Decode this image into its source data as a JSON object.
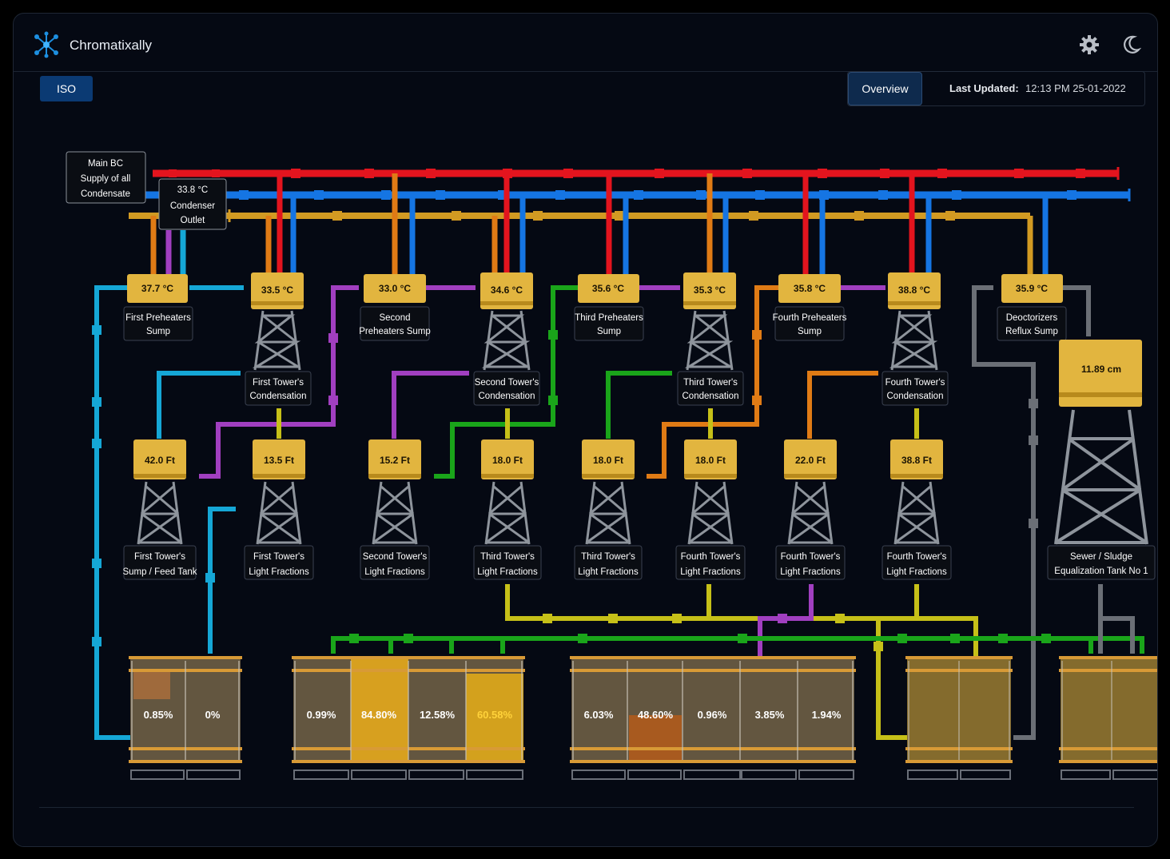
{
  "header": {
    "title": "Chromatixally"
  },
  "toolbar": {
    "iso_label": "ISO",
    "overview_label": "Overview",
    "last_updated_label": "Last Updated:",
    "last_updated_value": "12:13 PM 25-01-2022"
  },
  "icons": {
    "logo": "network-logo-icon",
    "settings": "gear-icon",
    "theme": "moon-icon"
  },
  "colors": {
    "hot_line": "#e3141e",
    "cold_line": "#1575e3",
    "condensate_line": "#d29a22",
    "purple_line": "#a13fc0",
    "cyan_line": "#15a7d6",
    "green_line": "#1aa51a",
    "orange_line": "#e07b15",
    "yellow_line": "#c6c018",
    "gray_line": "#6b6f76",
    "tank_gold": "#e2b53f",
    "tank_frame": "#9aa0a8"
  },
  "callouts": {
    "main_bc": [
      "Main BC",
      "Supply of all",
      "Condensate"
    ],
    "condenser_outlet": [
      "33.8 °C",
      "Condenser",
      "Outlet"
    ]
  },
  "sumps": [
    {
      "value": "37.7 °C",
      "label": [
        "First Preheaters",
        "Sump"
      ]
    },
    {
      "value": "33.0 °C",
      "label": [
        "Second",
        "Preheaters Sump"
      ]
    },
    {
      "value": "35.6 °C",
      "label": [
        "Third Preheaters",
        "Sump"
      ]
    },
    {
      "value": "35.8 °C",
      "label": [
        "Fourth Preheaters",
        "Sump"
      ]
    },
    {
      "value": "35.9 °C",
      "label": [
        "Deoctorizers",
        "Reflux Sump"
      ]
    }
  ],
  "condensers": [
    {
      "value": "33.5 °C",
      "label": [
        "First Tower's",
        "Condensation"
      ]
    },
    {
      "value": "34.6 °C",
      "label": [
        "Second Tower's",
        "Condensation"
      ]
    },
    {
      "value": "35.3 °C",
      "label": [
        "Third Tower's",
        "Condensation"
      ]
    },
    {
      "value": "38.8 °C",
      "label": [
        "Fourth Tower's",
        "Condensation"
      ]
    }
  ],
  "level_towers": [
    {
      "value": "42.0 Ft",
      "label": [
        "First Tower's",
        "Sump / Feed Tank"
      ]
    },
    {
      "value": "13.5 Ft",
      "label": [
        "First Tower's",
        "Light Fractions"
      ]
    },
    {
      "value": "15.2 Ft",
      "label": [
        "Second Tower's",
        "Light Fractions"
      ]
    },
    {
      "value": "18.0 Ft",
      "label": [
        "Third Tower's",
        "Light Fractions"
      ]
    },
    {
      "value": "18.0 Ft",
      "label": [
        "Third Tower's",
        "Light Fractions"
      ]
    },
    {
      "value": "18.0 Ft",
      "label": [
        "Fourth Tower's",
        "Light Fractions"
      ]
    },
    {
      "value": "22.0 Ft",
      "label": [
        "Fourth Tower's",
        "Light Fractions"
      ]
    },
    {
      "value": "38.8 Ft",
      "label": [
        "Fourth Tower's",
        "Light Fractions"
      ]
    }
  ],
  "sewer_tank": {
    "value": "11.89 cm",
    "label": [
      "Sewer / Sludge",
      "Equalization Tank No 1"
    ]
  },
  "storage_groups": [
    {
      "values": [
        "0.85%",
        "0%"
      ]
    },
    {
      "values": [
        "0.99%",
        "84.80%",
        "12.58%",
        "60.58%"
      ]
    },
    {
      "values": [
        "6.03%",
        "48.60%",
        "0.96%",
        "3.85%",
        "1.94%"
      ]
    },
    {
      "values": [
        "",
        ""
      ]
    },
    {
      "values": [
        "",
        ""
      ]
    }
  ]
}
